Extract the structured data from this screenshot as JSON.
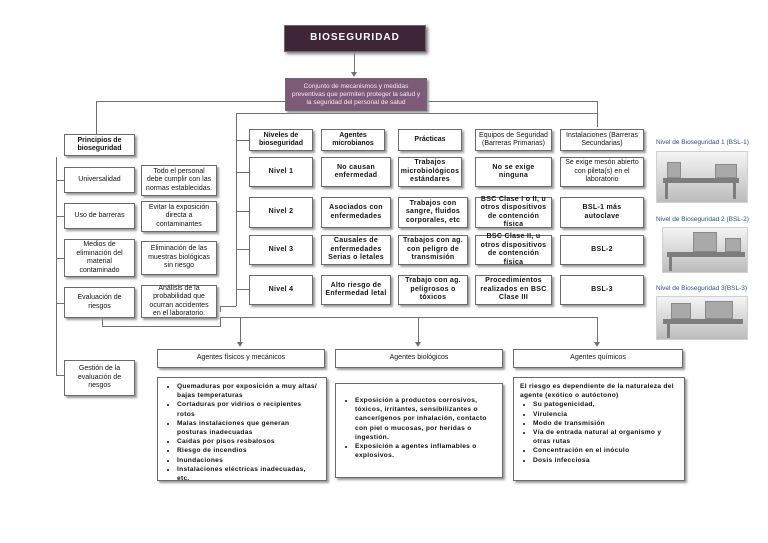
{
  "title": "BIOSEGURIDAD",
  "definition": "Conjunto de mecanismos y medidas preventivas que permiten proteger la salud y la seguridad del personal de salud",
  "principles": {
    "header": "Principios de bioseguridad",
    "items": [
      {
        "name": "Universalidad",
        "desc": "Todo el personal debe cumplir con las normas establecidas."
      },
      {
        "name": "Uso de barreras",
        "desc": "Evitar la exposición directa a contaminantes"
      },
      {
        "name": "Medios de eliminación del material contaminado",
        "desc": "Eliminación de las muestras biológicas sin riesgo"
      },
      {
        "name": "Evaluación de riesgos",
        "desc": "Análisis de la probabilidad que ocurran accidentes en el laboratorio."
      },
      {
        "name": "Gestión de la evaluación de riesgos"
      }
    ]
  },
  "levels": {
    "headers": [
      "Niveles de bioseguridad",
      "Agentes microbianos",
      "Prácticas",
      "Equipos de Seguridad (Barreras Primarias)",
      "Instalaciones (Barreras Secundarias)"
    ],
    "rows": [
      [
        "Nivel 1",
        "No causan enfermedad",
        "Trabajos microbiológicos estándares",
        "No se exige ninguna",
        "Se exige mesón abierto con pileta(s) en el laboratorio"
      ],
      [
        "Nivel 2",
        "Asociados con enfermedades",
        "Trabajos con sangre, fluidos corporales, etc",
        "BSC Clase I o II, u otros dispositivos de contención física",
        "BSL-1 más autoclave"
      ],
      [
        "Nivel 3",
        "Causales de enfermedades Serias o letales",
        "Trabajos con ag. con peligro de transmisión",
        "BSC Clase II, u otros dispositivos de contención física",
        "BSL-2"
      ],
      [
        "Nivel 4",
        "Alto riesgo de Enfermedad letal",
        "Trabajo con ag. peligrosos o tóxicos",
        "Procedimientos realizados en BSC Clase III",
        "BSL-3"
      ]
    ]
  },
  "images": {
    "captions": [
      "Nivel de Bioseguridad 1 (BSL-1)",
      "Nivel de Bioseguridad 2 (BSL-2)",
      "Nivel de Bioseguridad 3(BSL-3)"
    ]
  },
  "agents": [
    {
      "header": "Agentes físicos y mecánicos",
      "items": [
        "Quemaduras por exposición a muy altas/ bajas temperaturas",
        "Cortaduras por vidrios o recipientes rotos",
        "Malas instalaciones que generan posturas inadecuadas",
        "Caídas por pisos resbalosos",
        "Riesgo de incendios",
        "Inundaciones",
        "Instalaciones eléctricas inadecuadas, etc."
      ]
    },
    {
      "header": "Agentes biológicos",
      "items": [
        "Exposición a productos corrosivos, tóxicos, irritantes, sensibilizantes o cancerígenos por inhalación, contacto con piel o mucosas, por heridas o ingestión.",
        "Exposición a agentes inflamables o explosivos."
      ]
    },
    {
      "header": "Agentes químicos",
      "intro": "El riesgo es dependiente de la naturaleza del agente (exótico o autóctono)",
      "items": [
        "Su patogenicidad,",
        "Virulencia",
        "Modo de transmisión",
        "Vía de entrada natural al organismo y otras rutas",
        "Concentración en el inóculo",
        "Dosis infecciosa"
      ]
    }
  ]
}
